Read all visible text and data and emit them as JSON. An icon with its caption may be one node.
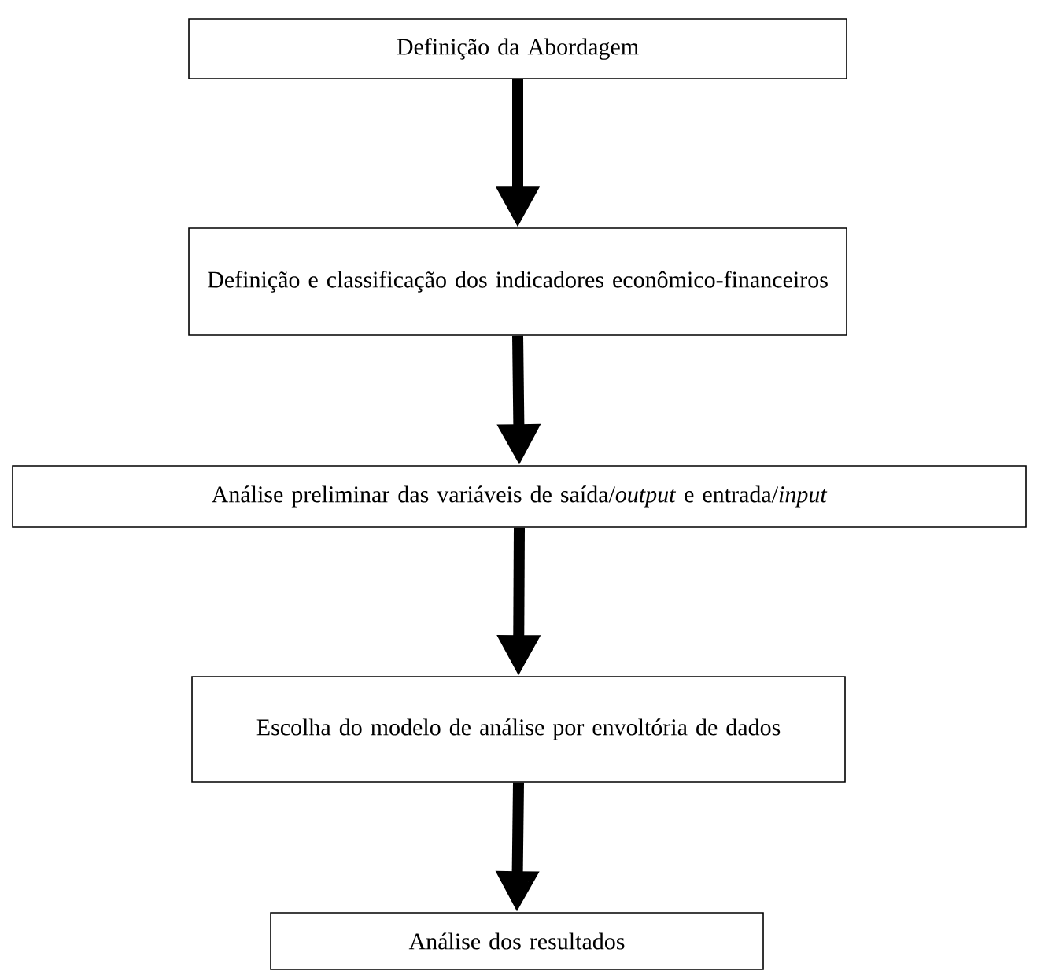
{
  "diagram": {
    "nodes": [
      {
        "text": [
          "Definição da Abordagem"
        ]
      },
      {
        "text": [
          "Definição e classificação dos indicadores econômico-financeiros"
        ]
      },
      {
        "text": [
          "Análise preliminar das variáveis de saída/*output* e entrada/*input*"
        ]
      },
      {
        "text": [
          "Escolha do modelo de análise por envoltória de dados"
        ]
      },
      {
        "text": [
          "Análise dos resultados"
        ]
      }
    ],
    "edges": [
      {
        "from": 0,
        "to": 1,
        "arrow": "to"
      },
      {
        "from": 1,
        "to": 2,
        "arrow": "to"
      },
      {
        "from": 2,
        "to": 3,
        "arrow": "to"
      },
      {
        "from": 3,
        "to": 4,
        "arrow": "to"
      }
    ]
  }
}
